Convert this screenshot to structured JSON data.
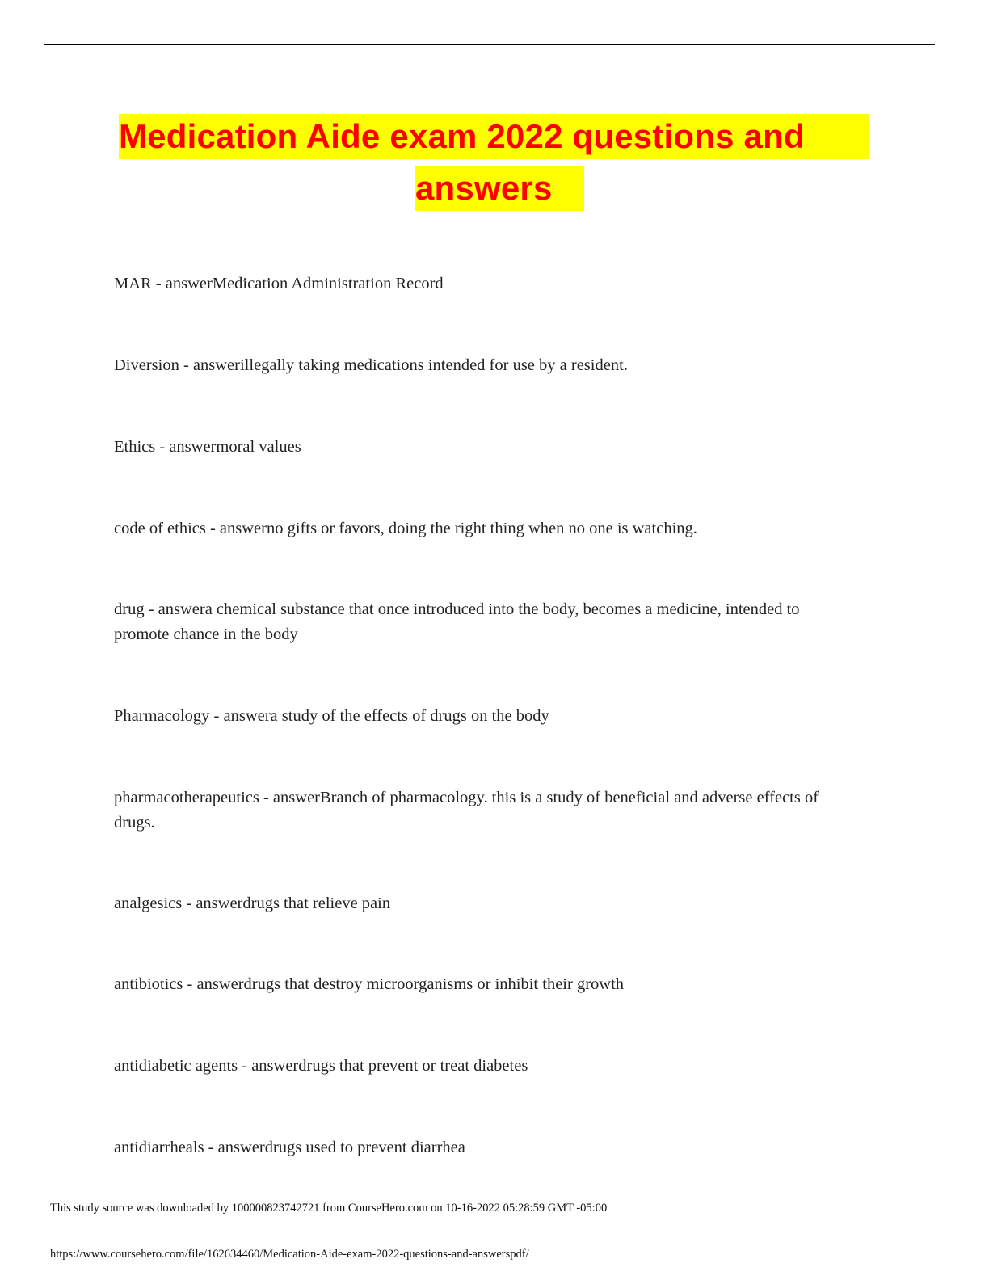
{
  "document": {
    "title_line1": "Medication Aide exam 2022 questions and",
    "title_line2": "answers",
    "colors": {
      "title_text": "#ff0000",
      "title_highlight": "#ffff00",
      "body_text": "#222222"
    },
    "entries": [
      {
        "term": "MAR",
        "separator": " - answer",
        "definition": "Medication Administration Record",
        "full": "MAR - answerMedication Administration Record"
      },
      {
        "term": "Diversion",
        "separator": " - answer",
        "definition": "illegally taking medications intended for use by a resident.",
        "full": "Diversion - answerillegally taking medications intended for use by a resident."
      },
      {
        "term": "Ethics",
        "separator": " - answer",
        "definition": "moral values",
        "full": "Ethics - answermoral values"
      },
      {
        "term": "code of ethics",
        "separator": " - answer",
        "definition": "no gifts or favors, doing the right thing when no one is watching.",
        "full": "code of ethics - answerno gifts or favors, doing the right thing when no one is watching."
      },
      {
        "term": "drug",
        "separator": " - answer",
        "definition": "a chemical substance that once introduced into the body, becomes a medicine, intended to promote chance in the body",
        "full": "drug - answera chemical substance that once introduced into the body, becomes a medicine, intended to promote chance in the body"
      },
      {
        "term": "Pharmacology",
        "separator": " - answer",
        "definition": "a study of the effects of drugs on the body",
        "full": "Pharmacology - answera study of the effects of drugs on the body"
      },
      {
        "term": "pharmacotherapeutics",
        "separator": " - answer",
        "definition": "Branch of pharmacology. this is a study of beneficial and adverse effects of drugs.",
        "full": "pharmacotherapeutics - answerBranch of pharmacology. this is a study of beneficial and adverse effects of drugs."
      },
      {
        "term": "analgesics",
        "separator": " - answer",
        "definition": "drugs that relieve pain",
        "full": "analgesics - answerdrugs that relieve pain"
      },
      {
        "term": "antibiotics",
        "separator": " - answer",
        "definition": "drugs that destroy microorganisms or inhibit their growth",
        "full": "antibiotics - answerdrugs that destroy microorganisms or inhibit their growth"
      },
      {
        "term": "antidiabetic agents",
        "separator": " - answer",
        "definition": "drugs that prevent or treat diabetes",
        "full": "antidiabetic agents - answerdrugs that prevent or treat diabetes"
      },
      {
        "term": "antidiarrheals",
        "separator": " - answer",
        "definition": "drugs used to prevent diarrhea",
        "full": "antidiarrheals - answerdrugs used to prevent diarrhea"
      }
    ]
  },
  "footer": {
    "download_notice": "This study source was downloaded by 100000823742721 from CourseHero.com on 10-16-2022 05:28:59 GMT -05:00",
    "source_url": "https://www.coursehero.com/file/162634460/Medication-Aide-exam-2022-questions-and-answerspdf/"
  }
}
